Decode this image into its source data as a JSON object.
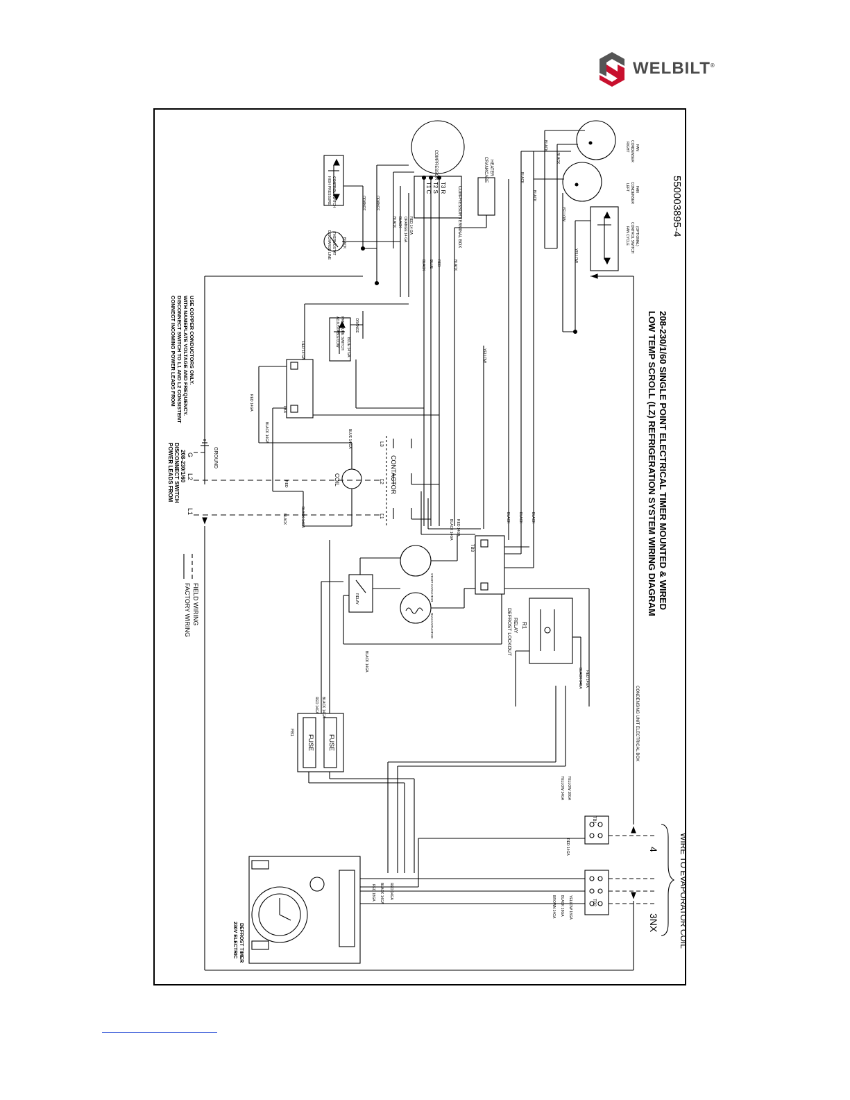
{
  "logo": {
    "brand": "WELBILT",
    "registered": "®",
    "colors": {
      "mark_red": "#c8102e",
      "mark_grey": "#555555",
      "text": "#4a4a4a"
    }
  },
  "diagram": {
    "part_number": "550003895-4",
    "title_line1": "LOW TEMP SCROLL (LZ) REFRIGERATION SYSTEM WIRING DIAGRAM",
    "title_line2": "208-230/1/60 SINGLE POINT ELECTRICAL TIMER MOUNTED & WIRED",
    "legend": {
      "factory": "FACTORY WIRING",
      "field": "FIELD WIRING"
    },
    "power": {
      "title1": "POWER LEADS FROM",
      "title2": "DISCONNECT SWITCH",
      "title3": "208-230/1/60",
      "l1": "L1",
      "l2": "L2",
      "g": "G",
      "ground": "GROUND"
    },
    "note": [
      "CONNECT INCOMING POWER LEADS FROM",
      "DISCONNECT SWITCH TO L1 AND L2 CONSISTENT",
      "WITH NAMEPLATE VOLTAGE AND FREQUENCY.",
      "USE COPPER CONDUCTORS ONLY."
    ],
    "components": {
      "compressor": "COMPRESSOR",
      "terminal_box": "COMPRESSOR TERMINAL BOX",
      "t1": "T1  C",
      "t2": "T2  S",
      "t3": "T3  R",
      "crankcase1": "CRANKCASE",
      "crankcase2": "HEATER",
      "high_pressure1": "HIGH PRESSURE",
      "high_pressure2": "CONTROL SWITCH",
      "discharge1": "DISCHARGE LINE",
      "discharge2": "THERMOSTAT",
      "low_pressure1": "ADJUSTABLE LOW",
      "low_pressure2": "PRESSURE SWITCH",
      "tb4": "TB4",
      "tb3": "TB3",
      "tb1": "TB1",
      "tb2": "TB2",
      "contactor": "CONTACTOR",
      "coil": "COIL",
      "l1c": "L1",
      "l2c": "L2",
      "l3c": "L3",
      "relay": "RELAY",
      "start_cap": "START CAPACITOR",
      "run_cap": "RUN CAPACITOR",
      "right_fan1": "RIGHT",
      "right_fan2": "CONDENSER",
      "right_fan3": "FAN",
      "left_fan1": "LEFT",
      "left_fan2": "CONDENSER",
      "left_fan3": "FAN",
      "fan_cycle1": "FAN CYCLE",
      "fan_cycle2": "CONTROL SWITCH",
      "fan_cycle3": "(OPTIONAL)",
      "lockout1": "DEFROST LOCKOUT",
      "lockout2": "RELAY",
      "r1": "R1",
      "fb1": "FB1",
      "fuse": "FUSE",
      "timer1": "230V ELECTRIC",
      "timer2": "DEFROST TIMER",
      "cond_box": "CONDENSING UNIT ELECTRICAL BOX",
      "wire_evap": "WIRE TO EVAPORATOR COIL",
      "num4": "4",
      "num3nx": "3NX"
    },
    "wire_labels": {
      "black": "BLACK",
      "orange": "ORANGE",
      "red": "RED",
      "blue": "BLUE",
      "yellow": "YELLOW",
      "red14": "RED 14 GA",
      "blue14": "BLUE 14 GA",
      "black14": "BLACK 14 GA",
      "orange14": "ORANGE 14 GA",
      "red14ga": "RED 14GA",
      "black14ga": "BLACK 14GA",
      "yellow18": "YELLOW 18GA",
      "yellow14": "YELLOW 14GA",
      "red18": "RED 18GA",
      "brown14": "BROWN 14GA",
      "black18": "BLACK 18GA"
    }
  },
  "footer": {
    "link_color": "#2a4fd6"
  }
}
